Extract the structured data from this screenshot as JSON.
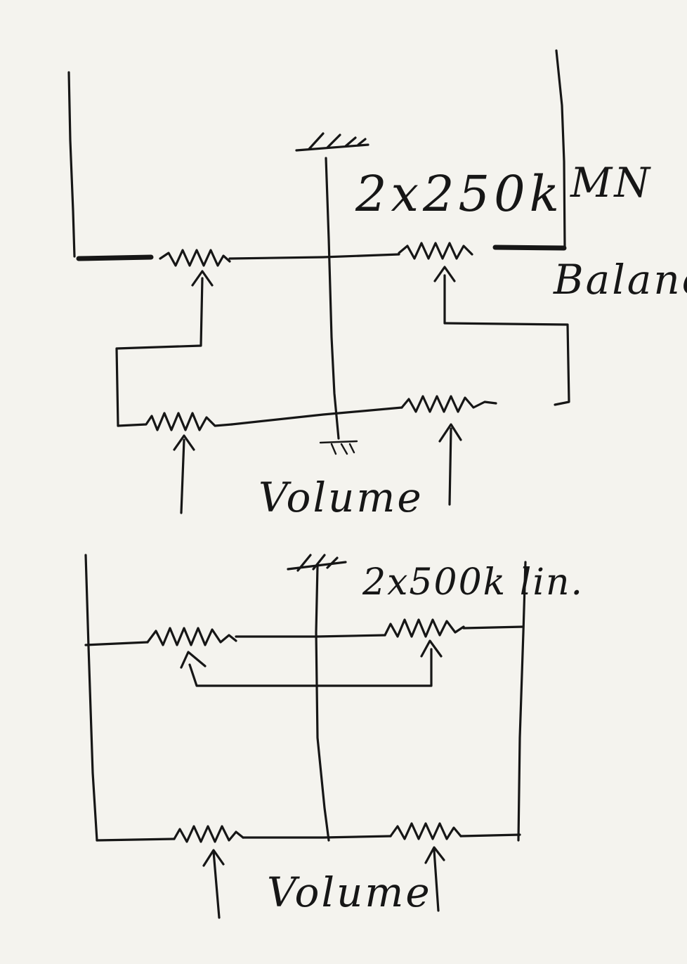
{
  "sheet": {
    "paper_color": "#f4f3ee",
    "ink_color": "#161616"
  },
  "circuit_top": {
    "value_label": "2x250k",
    "mn_label": "MN",
    "balance_label": "Balance",
    "volume_label": "Volume"
  },
  "circuit_bottom": {
    "value_label": "2x500k lin.",
    "volume_label": "Volume"
  }
}
